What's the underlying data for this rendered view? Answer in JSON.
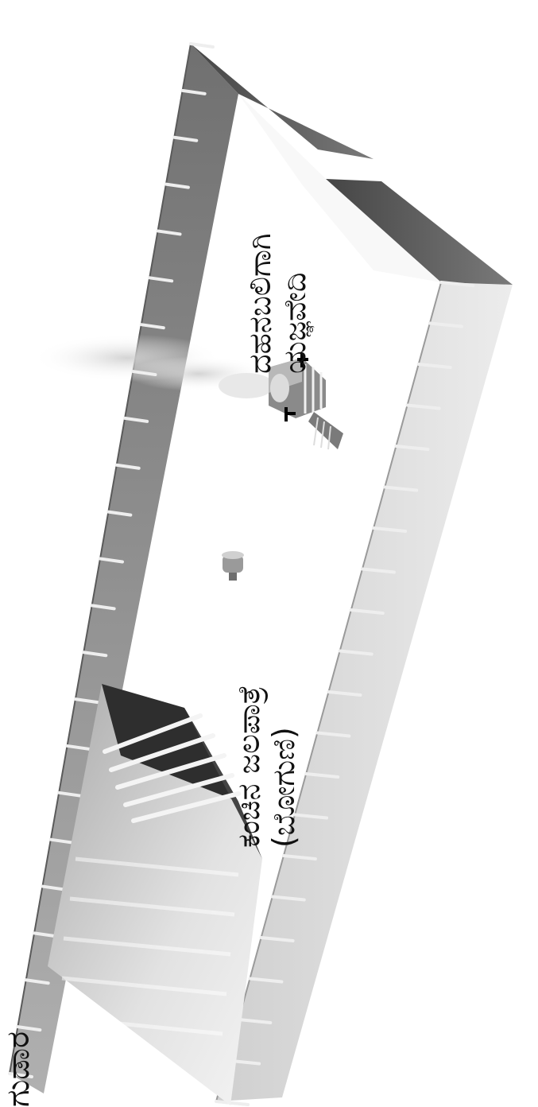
{
  "labels": {
    "tent": "ಗುಡಾರ",
    "left_object": {
      "line1": "ಕಂಚಿನ ಜಲಪಾತ್ರೆ",
      "line2": "(ಬೋಗುಣಿ)"
    },
    "right_object": {
      "line1": "ದಹನಬಲಿಗಾಗಿ",
      "line2": "ಯಜ್ಞವೇದಿ"
    }
  },
  "colors": {
    "background": "#ffffff",
    "curtain_light": "#d9d9d9",
    "curtain_dark": "#6d6d6d",
    "posts": "#e8e8e8",
    "tent_body": "#cfcfcf"
  }
}
